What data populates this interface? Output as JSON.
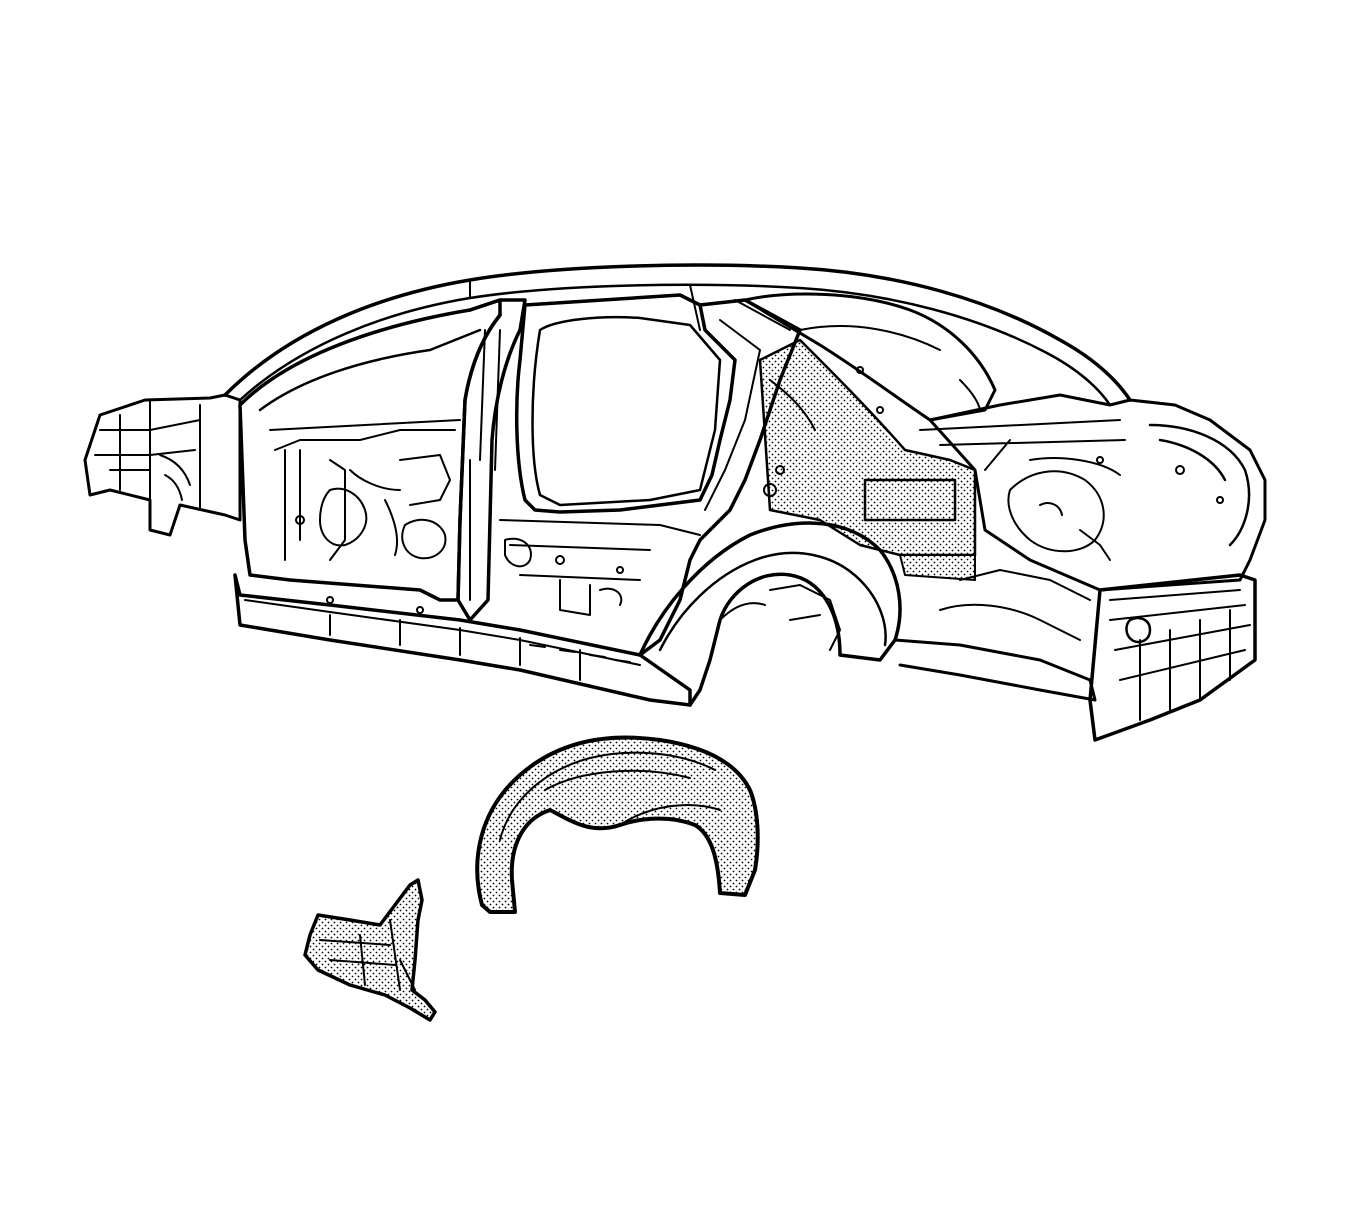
{
  "figure": {
    "kind": "exploded-body-structure-line-drawing",
    "description_visible_text": "",
    "colors": {
      "background": "#ffffff",
      "line": "#000000",
      "shading_dot": "#000000",
      "shading_bg": "#ffffff"
    },
    "shaded_parts": [
      "quarter-inner-panel",
      "rear-wheelhouse-outer-panel",
      "rear-wheelhouse-extension"
    ],
    "parts": [
      "body-shell",
      "rear-wheelhouse-outer-panel",
      "rear-wheelhouse-extension"
    ],
    "icons": []
  }
}
